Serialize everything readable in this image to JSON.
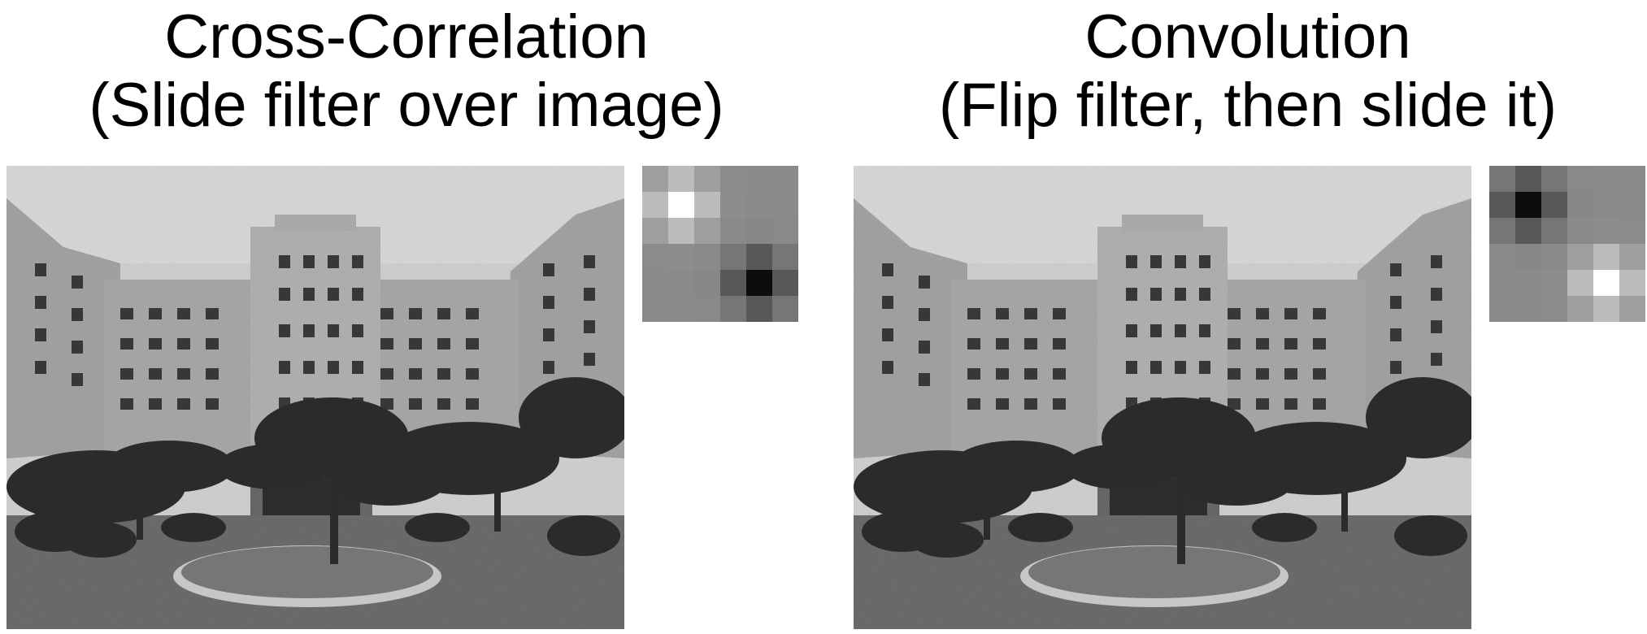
{
  "panels": [
    {
      "title_line1": "Cross-Correlation",
      "title_line2": "(Slide filter over image)",
      "kernel": {
        "blobs": [
          {
            "row": 1.5,
            "col": 1.5,
            "polarity": "bright"
          },
          {
            "row": 4.5,
            "col": 4.5,
            "polarity": "dark"
          }
        ]
      }
    },
    {
      "title_line1": "Convolution",
      "title_line2": "(Flip filter, then slide it)",
      "kernel": {
        "blobs": [
          {
            "row": 1.5,
            "col": 1.5,
            "polarity": "dark"
          },
          {
            "row": 4.5,
            "col": 4.5,
            "polarity": "bright"
          }
        ]
      }
    }
  ],
  "colors": {
    "kernel_background": "#8a8a8a",
    "sky": "#d8d8d8",
    "building": "#a9a9a9",
    "window": "#3a3a3a",
    "tree": "#2e2e2e",
    "lawn": "#6f6f6f",
    "path": "#c8c8c8"
  }
}
